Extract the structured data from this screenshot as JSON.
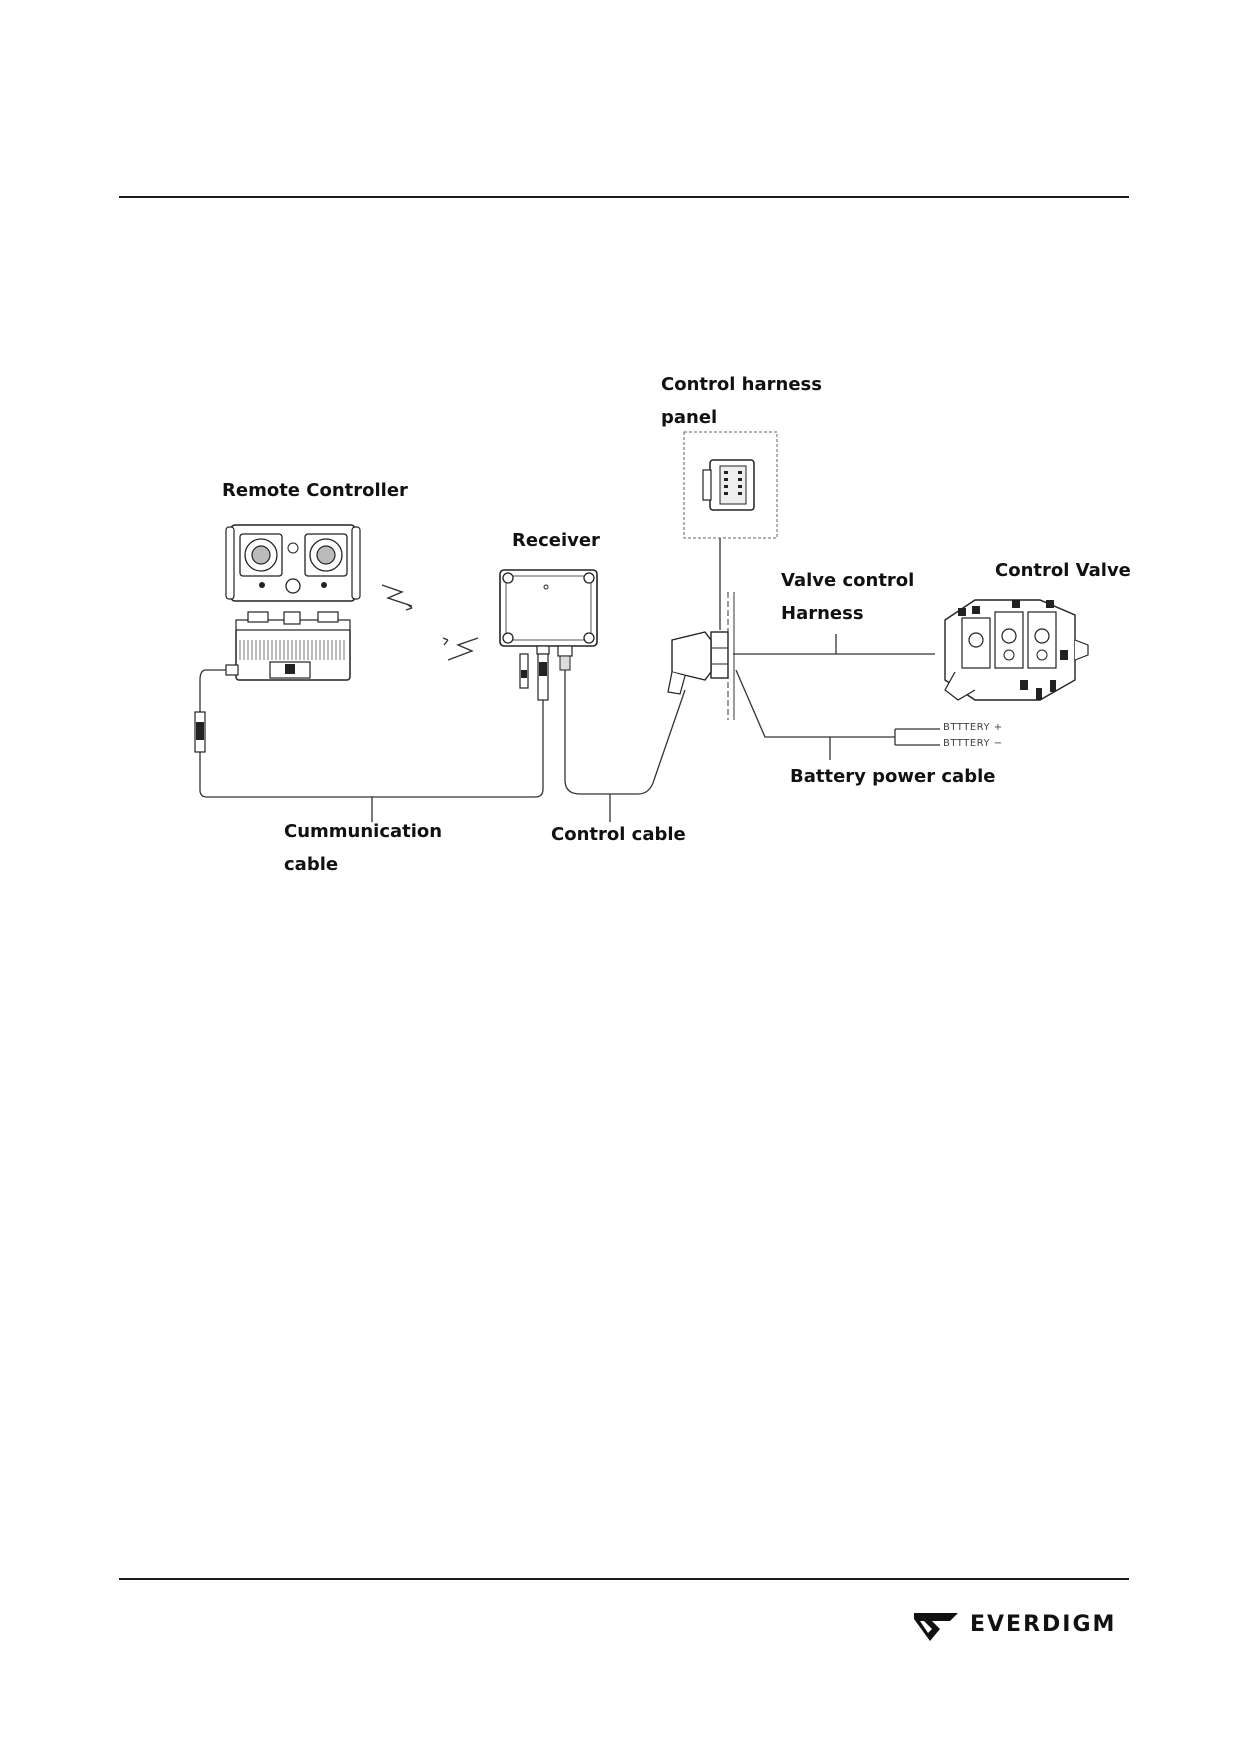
{
  "labels": {
    "control_harness_panel": [
      "Control harness",
      "panel"
    ],
    "remote_controller": "Remote Controller",
    "receiver": "Receiver",
    "valve_control_harness": [
      "Valve control",
      "Harness"
    ],
    "control_valve": "Control Valve",
    "battery_power_cable": "Battery power cable",
    "communication_cable": [
      "Cummunication",
      "cable"
    ],
    "control_cable": "Control cable",
    "battery_plus": "BTTTERY +",
    "battery_minus": "BTTTERY −"
  },
  "footer": {
    "brand": "EVERDIGM",
    "logo_icon": "everdigm-logo-icon"
  }
}
